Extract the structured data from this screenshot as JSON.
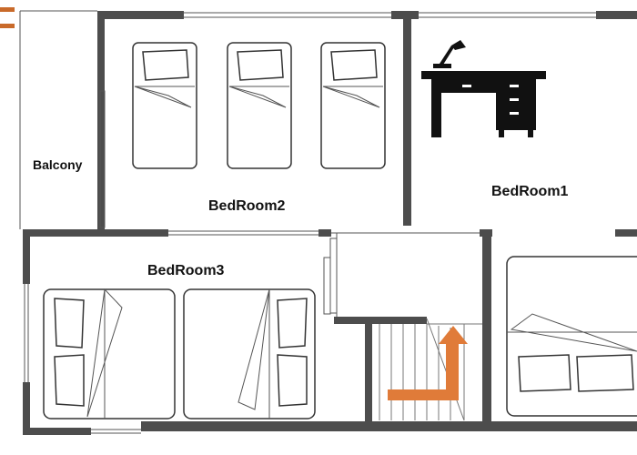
{
  "rooms": {
    "balcony": "Balcony",
    "bedroom1": "BedRoom1",
    "bedroom2": "BedRoom2",
    "bedroom3": "BedRoom3"
  },
  "icons": {
    "desk": "desk-with-lamp-icon",
    "arrow": "staircase-up-arrow-icon"
  },
  "colors": {
    "wall": "#4d4d4d",
    "desk": "#111111",
    "arrow": "#e07b39",
    "corner_mark": "#c96a2a"
  }
}
